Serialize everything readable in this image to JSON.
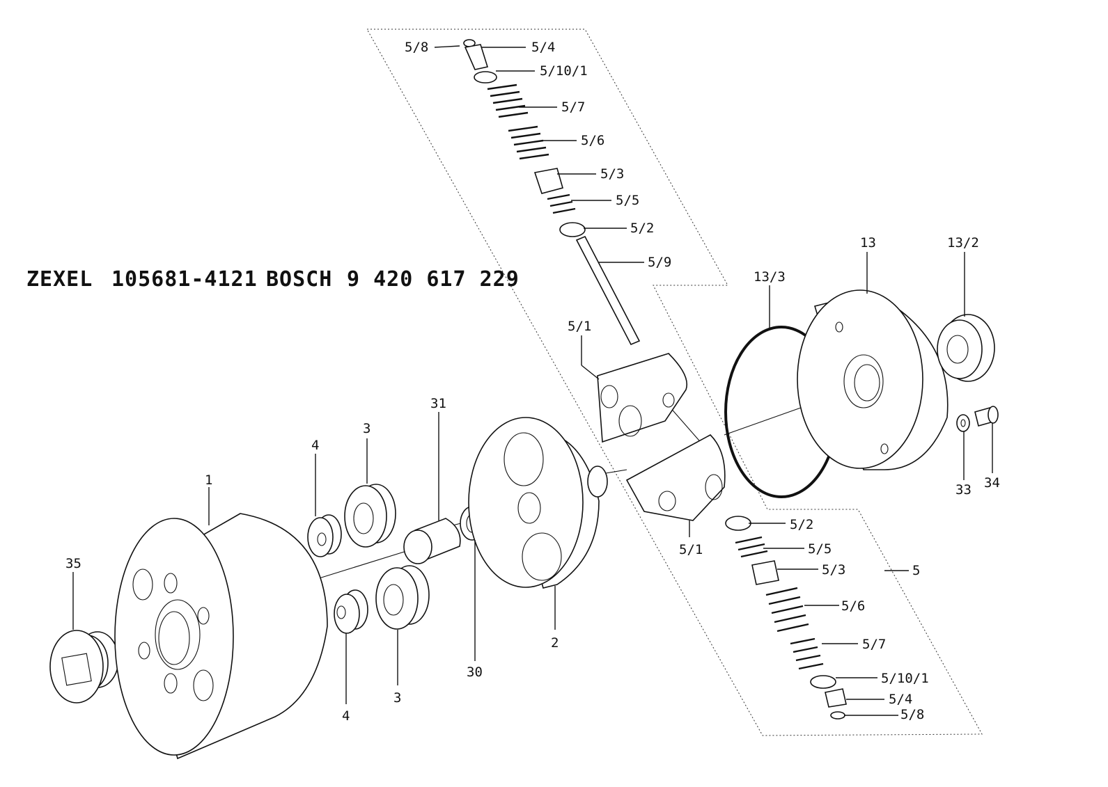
{
  "header": {
    "maker1": "ZEXEL",
    "part1": "105681-4121",
    "maker2": "BOSCH",
    "part2": "9 420 617 229"
  },
  "labels": [
    {
      "id": "l-58-top",
      "text": "5/8"
    },
    {
      "id": "l-54-top",
      "text": "5/4"
    },
    {
      "id": "l-5101-top",
      "text": "5/10/1"
    },
    {
      "id": "l-57-top",
      "text": "5/7"
    },
    {
      "id": "l-56-top",
      "text": "5/6"
    },
    {
      "id": "l-53-top",
      "text": "5/3"
    },
    {
      "id": "l-55-top",
      "text": "5/5"
    },
    {
      "id": "l-52-top",
      "text": "5/2"
    },
    {
      "id": "l-59",
      "text": "5/9"
    },
    {
      "id": "l-51-top",
      "text": "5/1"
    },
    {
      "id": "l-51-bot",
      "text": "5/1"
    },
    {
      "id": "l-52-bot",
      "text": "5/2"
    },
    {
      "id": "l-55-bot",
      "text": "5/5"
    },
    {
      "id": "l-53-bot",
      "text": "5/3"
    },
    {
      "id": "l-56-bot",
      "text": "5/6"
    },
    {
      "id": "l-57-bot",
      "text": "5/7"
    },
    {
      "id": "l-5101-bot",
      "text": "5/10/1"
    },
    {
      "id": "l-54-bot",
      "text": "5/4"
    },
    {
      "id": "l-58-bot",
      "text": "5/8"
    },
    {
      "id": "l-5",
      "text": "5"
    },
    {
      "id": "l-13",
      "text": "13"
    },
    {
      "id": "l-132",
      "text": "13/2"
    },
    {
      "id": "l-133",
      "text": "13/3"
    },
    {
      "id": "l-33",
      "text": "33"
    },
    {
      "id": "l-34",
      "text": "34"
    },
    {
      "id": "l-1",
      "text": "1"
    },
    {
      "id": "l-2",
      "text": "2"
    },
    {
      "id": "l-3-top",
      "text": "3"
    },
    {
      "id": "l-3-bot",
      "text": "3"
    },
    {
      "id": "l-4-top",
      "text": "4"
    },
    {
      "id": "l-4-bot",
      "text": "4"
    },
    {
      "id": "l-30",
      "text": "30"
    },
    {
      "id": "l-31",
      "text": "31"
    },
    {
      "id": "l-35",
      "text": "35"
    }
  ]
}
